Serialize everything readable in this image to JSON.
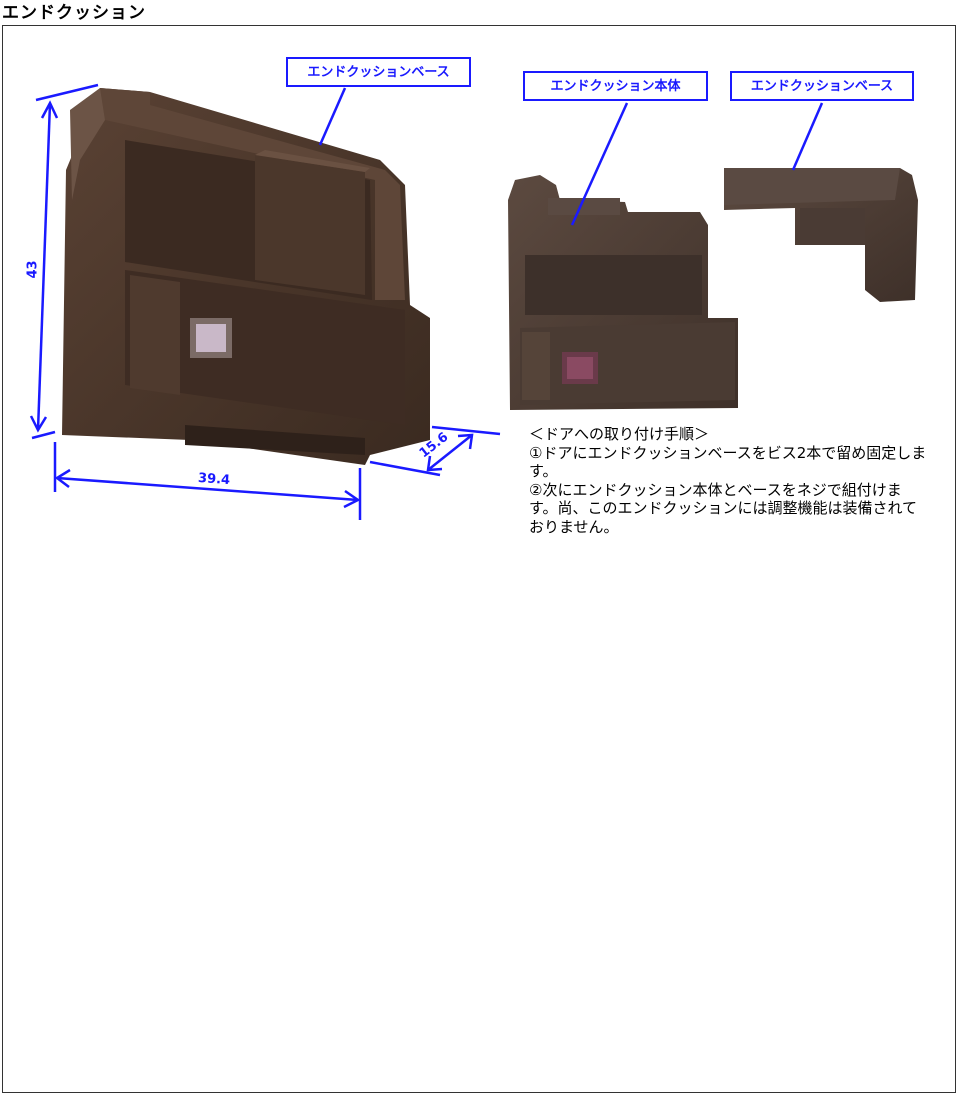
{
  "page": {
    "title": "エンドクッション"
  },
  "labels": {
    "base_left": "エンドクッションベース",
    "body": "エンドクッション本体",
    "base_right": "エンドクッションベース"
  },
  "dimensions": {
    "height": "43",
    "width": "39.4",
    "depth": "15.6"
  },
  "instructions": {
    "heading": "＜ドアへの取り付け手順＞",
    "step1": "①ドアにエンドクッションベースをビス2本で留め固定します。",
    "step2": "②次にエンドクッション本体とベースをネジで組付けます。尚、このエンドクッションには調整機能は装備されておりません。"
  },
  "colors": {
    "accent": "#1a1aff",
    "product": "#4a3528"
  }
}
